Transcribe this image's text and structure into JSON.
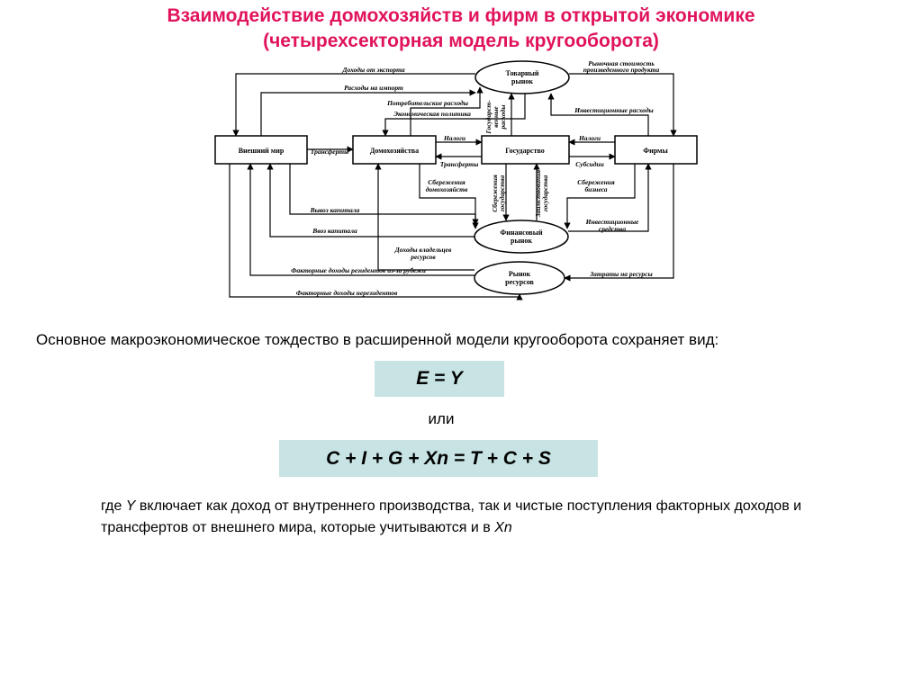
{
  "title": {
    "line1": "Взаимодействие домохозяйств и фирм в открытой экономике",
    "line2": "(четырехсекторная модель кругооборота)"
  },
  "diagram": {
    "boxes": {
      "world": "Внешний мир",
      "households": "Домохозяйства",
      "government": "Государство",
      "firms": "Фирмы",
      "goods_market_1": "Товарный",
      "goods_market_2": "рынок",
      "financial_market_1": "Финансовый",
      "financial_market_2": "рынок",
      "resource_market_1": "Рынок",
      "resource_market_2": "ресурсов"
    },
    "flows": {
      "export_income": "Доходы от экспорта",
      "import_expenses": "Расходы на импорт",
      "consumer_spending": "Потребительские расходы",
      "economic_policy": "Экономическая политика",
      "market_value_1": "Рыночная стоимость",
      "market_value_2": "произведенного продукта",
      "investment_spending": "Инвестиционные расходы",
      "gov_spending_1": "Государст-",
      "gov_spending_2": "венные",
      "gov_spending_3": "расходы",
      "taxes_households": "Налоги",
      "taxes_firms": "Налоги",
      "transfers_world": "Трансферты",
      "transfers_gov": "Трансферты",
      "subsidies": "Субсидии",
      "household_savings_1": "Сбережения",
      "household_savings_2": "домохозяйств",
      "business_savings_1": "Сбережения",
      "business_savings_2": "бизнеса",
      "gov_savings_1": "Сбережения",
      "gov_savings_2": "государства",
      "gov_investment_1": "Заимствования",
      "gov_investment_2": "государства",
      "capital_outflow": "Вывоз капитала",
      "capital_inflow": "Ввоз капитала",
      "investment_funds_1": "Инвестиционные",
      "investment_funds_2": "средства",
      "resource_income_1": "Доходы владельцев",
      "resource_income_2": "ресурсов",
      "factor_income_from_abroad": "Факторные доходы резидентов из-за рубежа",
      "factor_income_to_nonresidents": "Факторные доходы нерезидентов",
      "resource_costs": "Затраты на ресурсы"
    }
  },
  "text": {
    "intro": "Основное макроэкономическое  тождество в расширенной  модели кругооборота сохраняет вид:",
    "formula1": "E = Y",
    "or": "или",
    "formula2": "C + I + G + Xn = T + C + S",
    "note_part1": "где ",
    "note_y": "Y",
    "note_part2": " включает как доход от внутреннего производства, так и чистые поступления факторных доходов и трансфертов от внешнего мира, которые учитываются и в ",
    "note_xn": "Xn"
  }
}
